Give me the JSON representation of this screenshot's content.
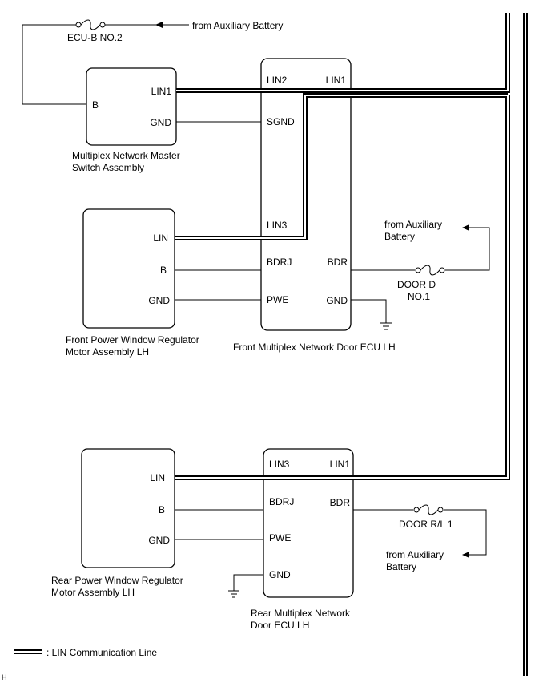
{
  "labels": {
    "aux_top": "from Auxiliary Battery",
    "fuse_ecub": "ECU-B NO.2",
    "master_b": "B",
    "master_lin1": "LIN1",
    "master_gnd": "GND",
    "master_name_1": "Multiplex Network Master",
    "master_name_2": "Switch Assembly",
    "fecu_lin2": "LIN2",
    "fecu_lin1": "LIN1",
    "fecu_sgnd": "SGND",
    "fecu_lin3": "LIN3",
    "fecu_bdrj": "BDRJ",
    "fecu_bdr": "BDR",
    "fecu_pwe": "PWE",
    "fecu_gnd": "GND",
    "fecu_name": "Front Multiplex Network Door ECU LH",
    "fmot_lin": "LIN",
    "fmot_b": "B",
    "fmot_gnd": "GND",
    "fmot_name_1": "Front Power Window Regulator",
    "fmot_name_2": "Motor Assembly LH",
    "aux_front_1": "from Auxiliary",
    "aux_front_2": "Battery",
    "fuse_doord_1": "DOOR D",
    "fuse_doord_2": "NO.1",
    "rmot_lin": "LIN",
    "rmot_b": "B",
    "rmot_gnd": "GND",
    "rmot_name_1": "Rear Power Window Regulator",
    "rmot_name_2": "Motor Assembly LH",
    "recu_lin3": "LIN3",
    "recu_lin1": "LIN1",
    "recu_bdrj": "BDRJ",
    "recu_bdr": "BDR",
    "recu_pwe": "PWE",
    "recu_gnd": "GND",
    "recu_name_1": "Rear Multiplex Network",
    "recu_name_2": "Door ECU LH",
    "fuse_doorrl": "DOOR R/L 1",
    "aux_rear_1": "from Auxiliary",
    "aux_rear_2": "Battery",
    "legend": ": LIN Communication Line",
    "corner": "H"
  }
}
